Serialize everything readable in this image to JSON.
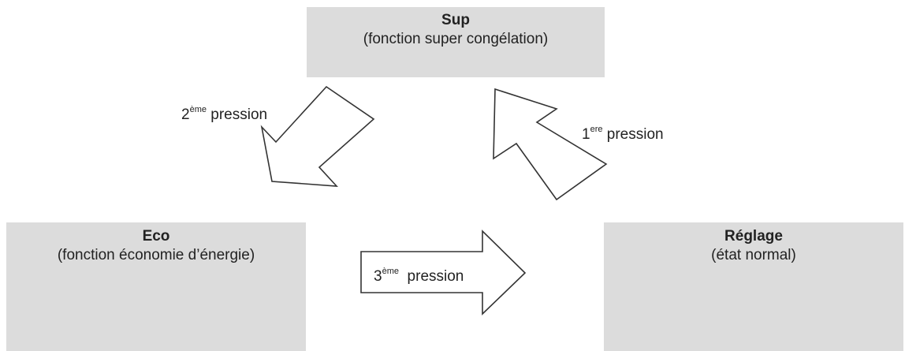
{
  "boxes": {
    "sup": {
      "title": "Sup",
      "subtitle": "(fonction super congélation)"
    },
    "eco": {
      "title": "Eco",
      "subtitle": "(fonction économie d’énergie)"
    },
    "reglage": {
      "title": "Réglage",
      "subtitle": "(état normal)"
    }
  },
  "arrows": {
    "first": {
      "ordinal": "1",
      "suffix": "ere",
      "word": "pression"
    },
    "second": {
      "ordinal": "2",
      "suffix": "ème",
      "word": "pression"
    },
    "third": {
      "ordinal": "3",
      "suffix": "ème",
      "word": "pression"
    }
  },
  "colors": {
    "box_fill": "#dcdcdc",
    "arrow_stroke": "#333333",
    "arrow_fill": "#ffffff"
  }
}
